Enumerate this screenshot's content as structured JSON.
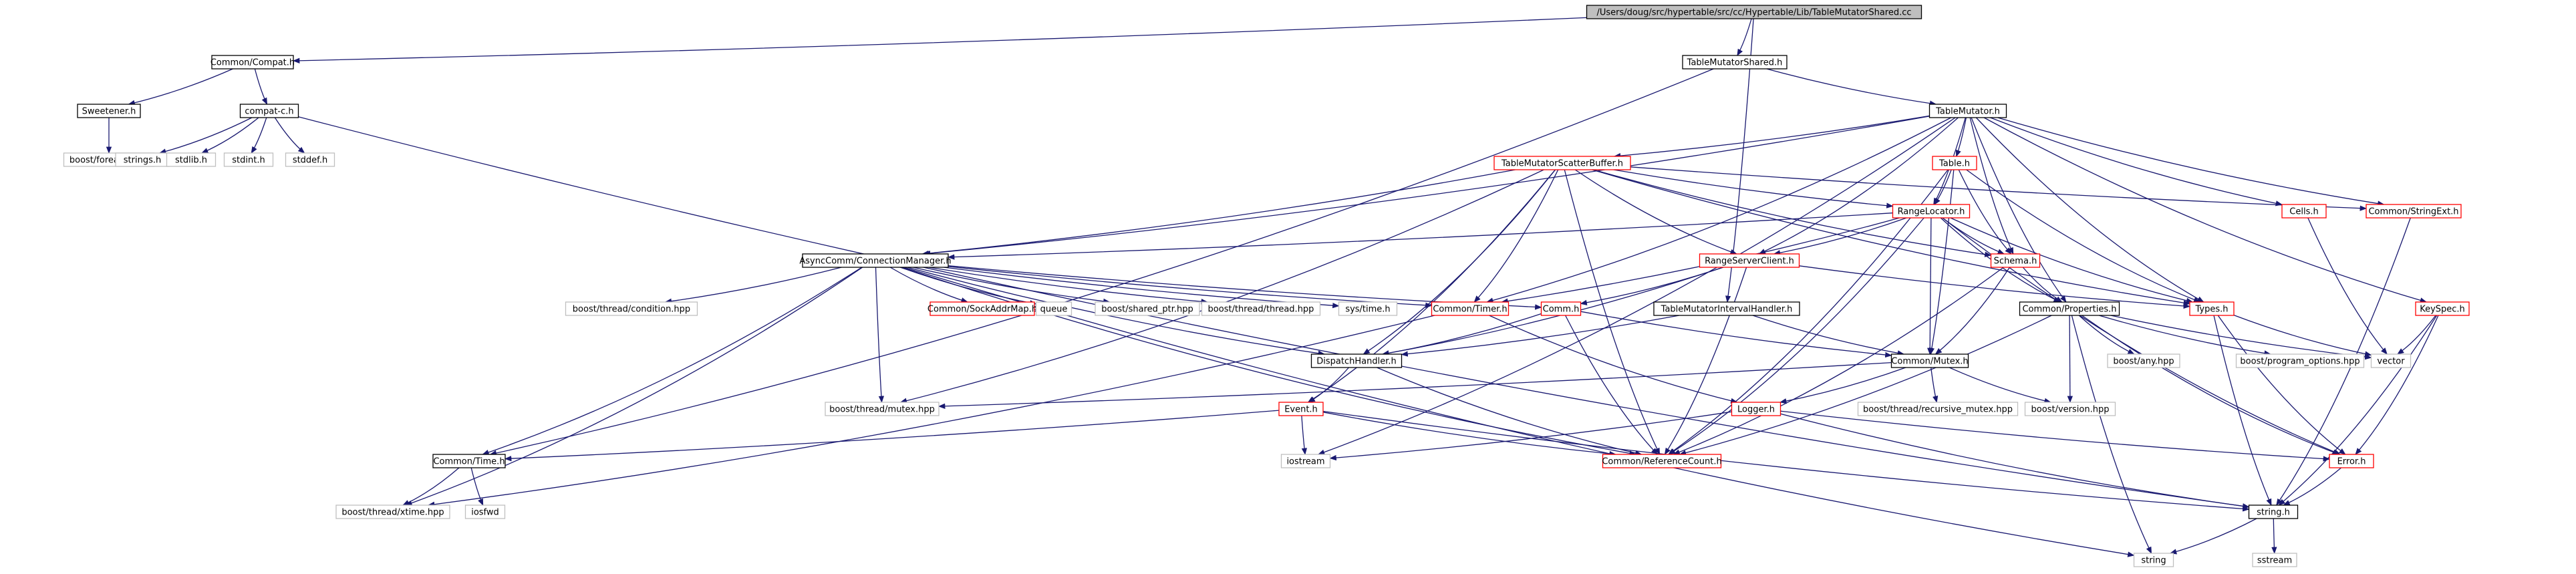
{
  "colors": {
    "edge": "#191970",
    "box_border": "#000000",
    "box_border_external": "#bfbfbf",
    "box_border_incomplete": "#ff0000",
    "root_fill": "#bfbfbf",
    "node_fill": "#ffffff",
    "text": "#000000"
  },
  "nodes": [
    {
      "id": "root",
      "label": "/Users/doug/src/hypertable/src/cc/Hypertable/Lib/TableMutatorShared.cc",
      "kind": "root"
    },
    {
      "id": "compat",
      "label": "Common/Compat.h",
      "kind": "normal"
    },
    {
      "id": "tms",
      "label": "TableMutatorShared.h",
      "kind": "normal"
    },
    {
      "id": "sweetener",
      "label": "Sweetener.h",
      "kind": "normal"
    },
    {
      "id": "compatc",
      "label": "compat-c.h",
      "kind": "normal"
    },
    {
      "id": "foreach",
      "label": "boost/foreach.hpp",
      "kind": "external"
    },
    {
      "id": "strings",
      "label": "strings.h",
      "kind": "external"
    },
    {
      "id": "stdlib",
      "label": "stdlib.h",
      "kind": "external"
    },
    {
      "id": "stdint",
      "label": "stdint.h",
      "kind": "external"
    },
    {
      "id": "stddef",
      "label": "stddef.h",
      "kind": "external"
    },
    {
      "id": "tm",
      "label": "TableMutator.h",
      "kind": "normal"
    },
    {
      "id": "tmsb",
      "label": "TableMutatorScatterBuffer.h",
      "kind": "incomplete"
    },
    {
      "id": "table",
      "label": "Table.h",
      "kind": "incomplete"
    },
    {
      "id": "cells",
      "label": "Cells.h",
      "kind": "incomplete"
    },
    {
      "id": "strext",
      "label": "Common/StringExt.h",
      "kind": "incomplete"
    },
    {
      "id": "rangeloc",
      "label": "RangeLocator.h",
      "kind": "incomplete"
    },
    {
      "id": "acm",
      "label": "AsyncComm/ConnectionManager.h",
      "kind": "normal"
    },
    {
      "id": "rsc",
      "label": "RangeServerClient.h",
      "kind": "incomplete"
    },
    {
      "id": "schema",
      "label": "Schema.h",
      "kind": "incomplete"
    },
    {
      "id": "keyspec",
      "label": "KeySpec.h",
      "kind": "incomplete"
    },
    {
      "id": "condition",
      "label": "boost/thread/condition.hpp",
      "kind": "external"
    },
    {
      "id": "sockaddr",
      "label": "Common/SockAddrMap.h",
      "kind": "incomplete"
    },
    {
      "id": "queue",
      "label": "queue",
      "kind": "external"
    },
    {
      "id": "sharedptr",
      "label": "boost/shared_ptr.hpp",
      "kind": "external"
    },
    {
      "id": "thread",
      "label": "boost/thread/thread.hpp",
      "kind": "external"
    },
    {
      "id": "systime",
      "label": "sys/time.h",
      "kind": "external"
    },
    {
      "id": "timer",
      "label": "Common/Timer.h",
      "kind": "incomplete"
    },
    {
      "id": "comm",
      "label": "Comm.h",
      "kind": "incomplete"
    },
    {
      "id": "tmih",
      "label": "TableMutatorIntervalHandler.h",
      "kind": "normal"
    },
    {
      "id": "props",
      "label": "Common/Properties.h",
      "kind": "normal"
    },
    {
      "id": "types",
      "label": "Types.h",
      "kind": "incomplete"
    },
    {
      "id": "dispatch",
      "label": "DispatchHandler.h",
      "kind": "normal"
    },
    {
      "id": "mutex",
      "label": "Common/Mutex.h",
      "kind": "normal"
    },
    {
      "id": "anyhpp",
      "label": "boost/any.hpp",
      "kind": "external"
    },
    {
      "id": "progopt",
      "label": "boost/program_options.hpp",
      "kind": "external"
    },
    {
      "id": "vector",
      "label": "vector",
      "kind": "external"
    },
    {
      "id": "mutexhpp",
      "label": "boost/thread/mutex.hpp",
      "kind": "external"
    },
    {
      "id": "event",
      "label": "Event.h",
      "kind": "incomplete"
    },
    {
      "id": "recmutex",
      "label": "boost/thread/recursive_mutex.hpp",
      "kind": "external"
    },
    {
      "id": "logger",
      "label": "Logger.h",
      "kind": "incomplete"
    },
    {
      "id": "versionhpp",
      "label": "boost/version.hpp",
      "kind": "external"
    },
    {
      "id": "ctime",
      "label": "Common/Time.h",
      "kind": "normal"
    },
    {
      "id": "iostream",
      "label": "iostream",
      "kind": "external"
    },
    {
      "id": "refcount",
      "label": "Common/ReferenceCount.h",
      "kind": "incomplete"
    },
    {
      "id": "error",
      "label": "Error.h",
      "kind": "incomplete"
    },
    {
      "id": "xtime",
      "label": "boost/thread/xtime.hpp",
      "kind": "external"
    },
    {
      "id": "iosfwd",
      "label": "iosfwd",
      "kind": "external"
    },
    {
      "id": "stringh",
      "label": "string.h",
      "kind": "normal"
    },
    {
      "id": "string",
      "label": "string",
      "kind": "external"
    },
    {
      "id": "sstream",
      "label": "sstream",
      "kind": "external"
    }
  ]
}
